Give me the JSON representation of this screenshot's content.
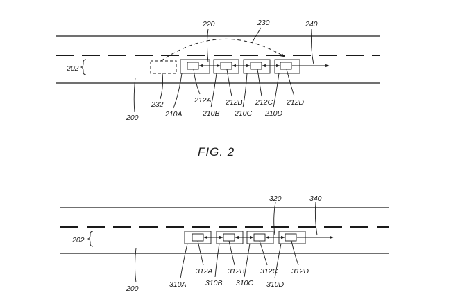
{
  "figure_caption": "FIG. 2",
  "fig2": {
    "road": "200",
    "lane": "202",
    "platoon": "220",
    "maneuver": "230",
    "direction": "240",
    "placeholder_vehicle": "232",
    "vehicles": [
      "210A",
      "210B",
      "210C",
      "210D"
    ],
    "sensors": [
      "212A",
      "212B",
      "212C",
      "212D"
    ]
  },
  "fig3": {
    "road": "200",
    "lane": "202",
    "platoon": "320",
    "direction": "340",
    "vehicles": [
      "310A",
      "310B",
      "310C",
      "310D"
    ],
    "sensors": [
      "312A",
      "312B",
      "312C",
      "312D"
    ]
  }
}
